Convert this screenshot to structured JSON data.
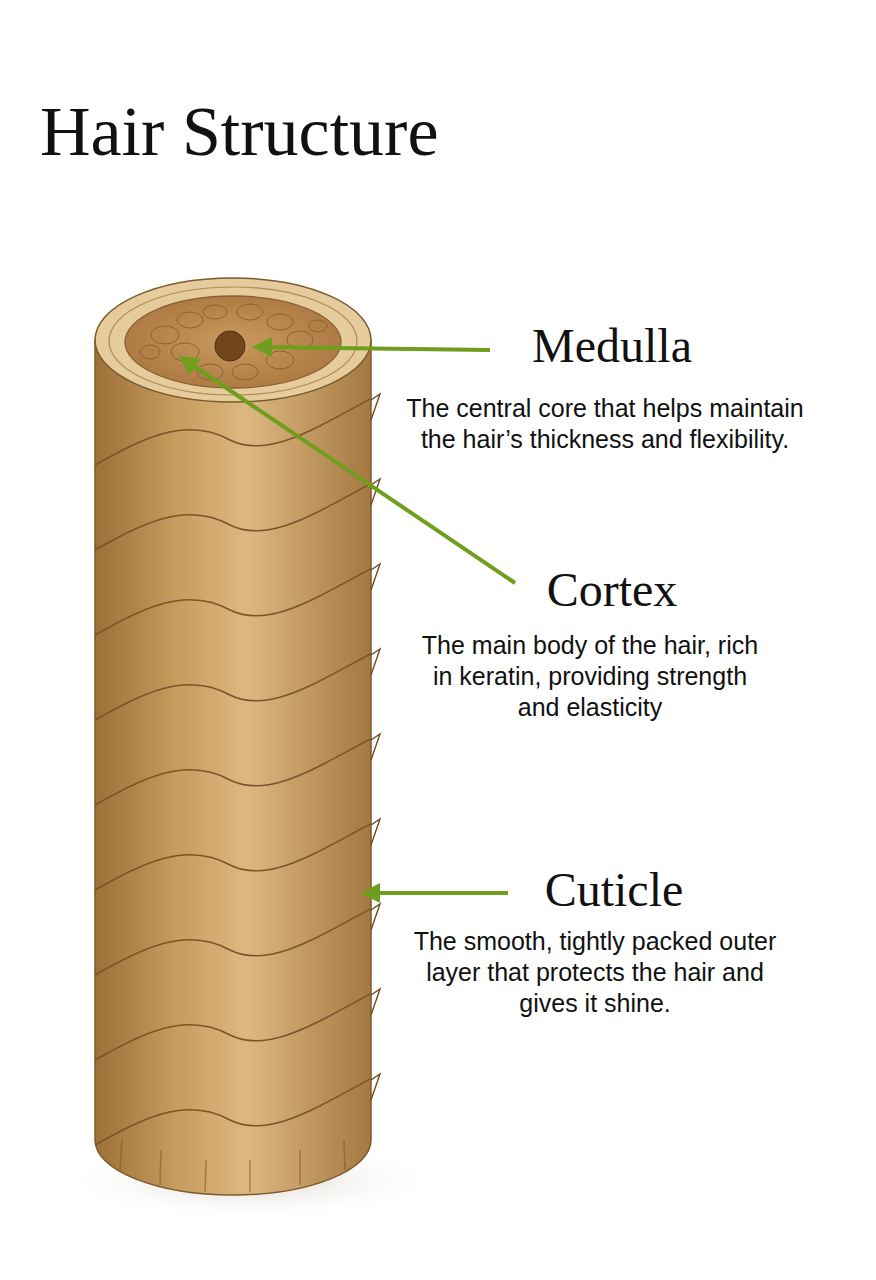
{
  "diagram": {
    "title": "Hair Structure",
    "labels": [
      "Medulla",
      "The central core that helps maintain the hair’s thickness and flexibility.",
      "Cortex",
      "The main body of the hair, rich in keratin, providing strength and elasticity",
      "Cuticle",
      "The smooth, tightly packed outer layer that protects the hair and gives it shine."
    ]
  }
}
